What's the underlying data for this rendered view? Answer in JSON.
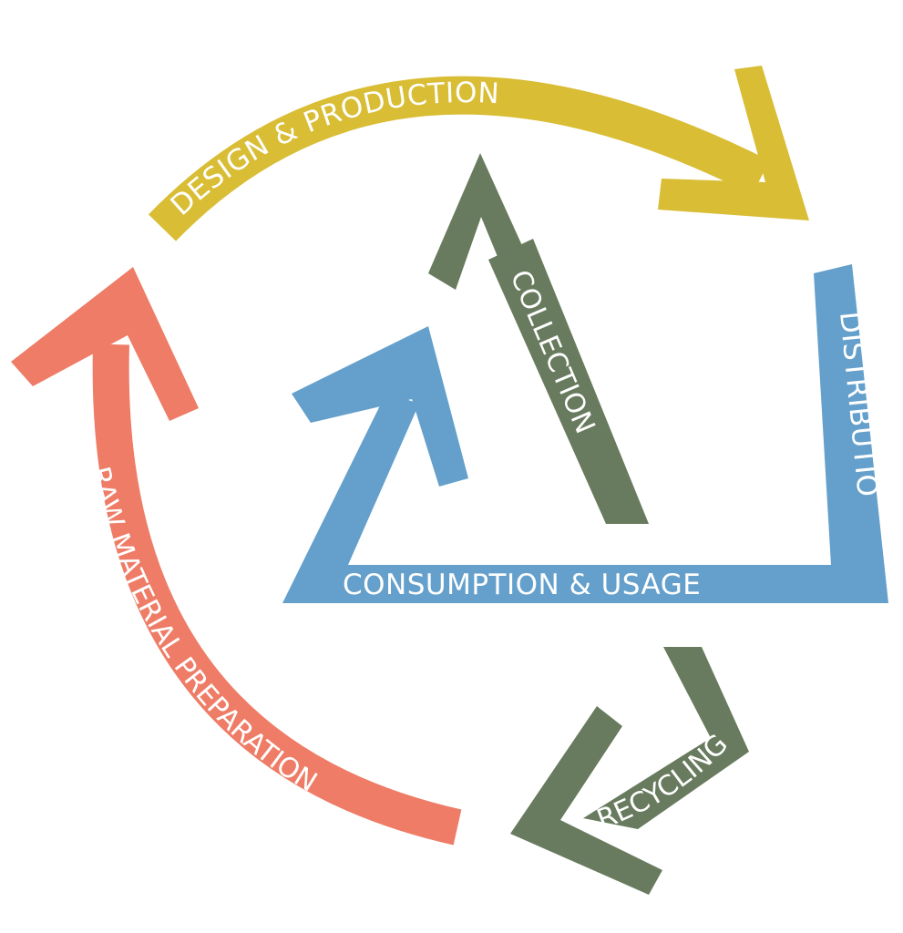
{
  "colors": {
    "design_production": "#D9BD35",
    "distribution": "#64A0CB",
    "recycling": "#687B5E",
    "raw_material": "#EE7C66",
    "label": "#FFFFFF",
    "background": "#FFFFFF"
  },
  "stages": {
    "design_production": "DESIGN & PRODUCTION",
    "distribution": "DISTRIBUTION",
    "consumption_usage": "CONSUMPTION & USAGE",
    "collection": "COLLECTION",
    "recycling": "RECYCLING",
    "raw_material_preparation": "RAW MATERIAL PREPARATION"
  }
}
